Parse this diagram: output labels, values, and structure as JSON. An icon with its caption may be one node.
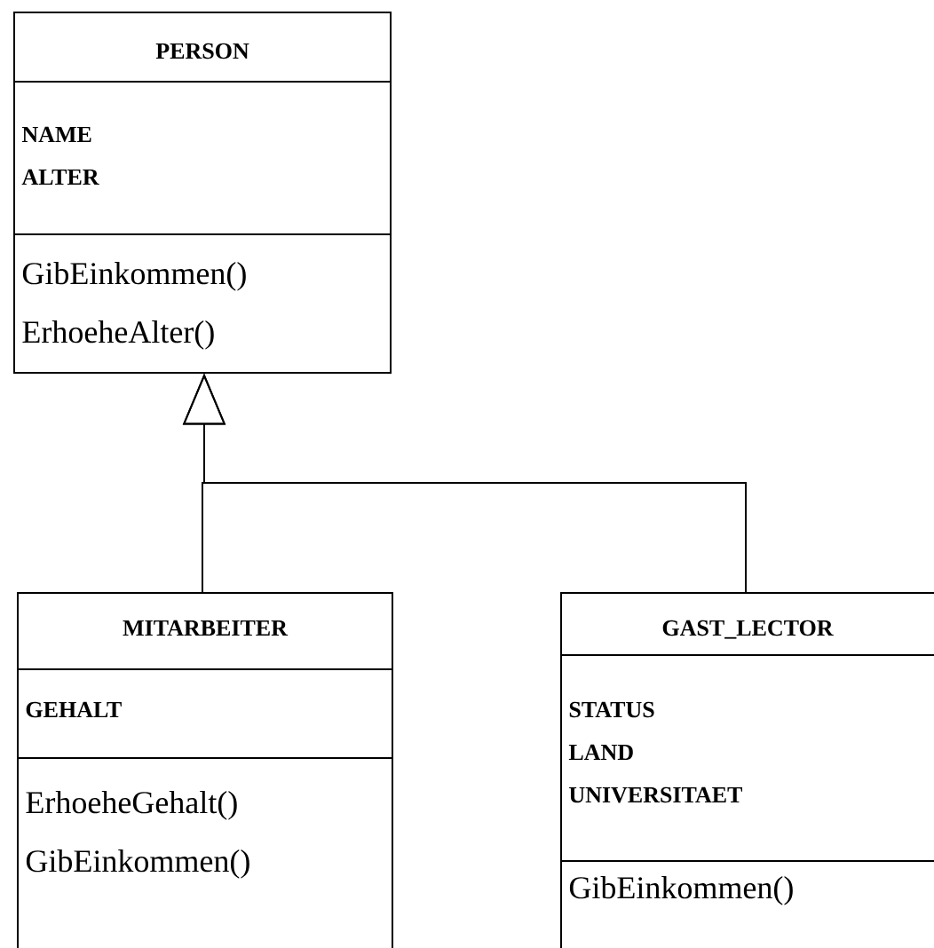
{
  "diagram": {
    "nodes": [
      {
        "text": [
          "PERSON",
          "NAME ALTER",
          "GibEinkommen() ErhoeheAlter()"
        ]
      },
      {
        "text": [
          "MITARBEITER",
          "GEHALT",
          "ErhoeheGehalt() GibEinkommen()"
        ]
      },
      {
        "text": [
          "GAST_LECTOR",
          "STATUS LAND UNIVERSITAET",
          "GibEinkommen()"
        ]
      }
    ],
    "edges": [
      {
        "from": 1,
        "to": 0,
        "arrow": "to"
      },
      {
        "from": 2,
        "to": 0,
        "arrow": "to"
      }
    ]
  }
}
